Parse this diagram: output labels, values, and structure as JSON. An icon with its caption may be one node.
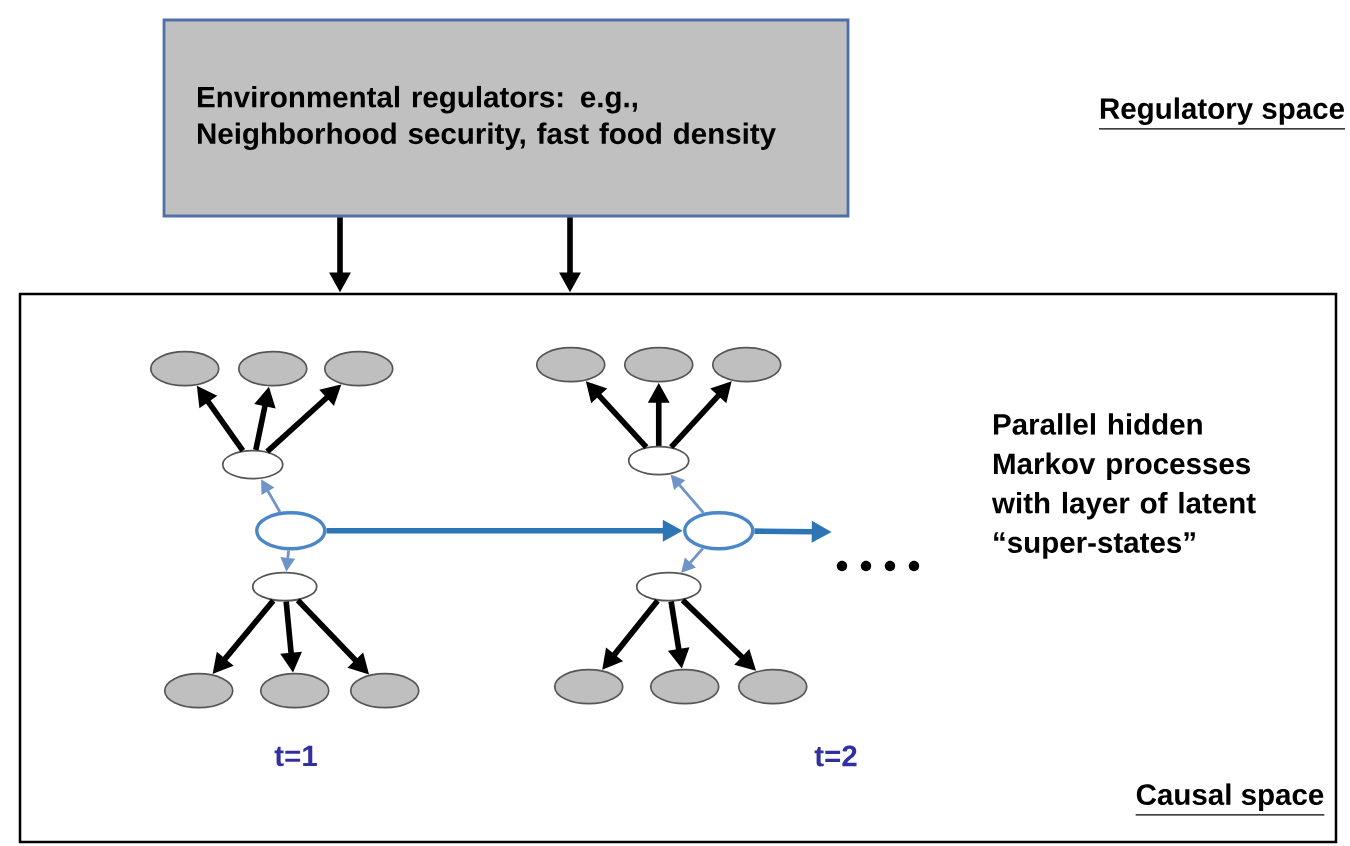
{
  "diagram": {
    "nodes": [
      {
        "text": [
          "Environmental regulators: e.g., Neighborhood security, fast food density"
        ]
      },
      {
        "text": [],
        "shape": "box"
      },
      {
        "text": [],
        "shape": "ellipse",
        "in": 1
      },
      {
        "text": [],
        "shape": "ellipse",
        "in": 1
      },
      {
        "text": [],
        "shape": "ellipse",
        "in": 1
      },
      {
        "text": [],
        "shape": "ellipse",
        "in": 1
      },
      {
        "text": [],
        "shape": "ellipse",
        "in": 1
      },
      {
        "text": [],
        "shape": "ellipse",
        "in": 1
      },
      {
        "text": [],
        "shape": "ellipse",
        "in": 1
      },
      {
        "text": [],
        "shape": "ellipse",
        "in": 1
      },
      {
        "text": [],
        "shape": "ellipse",
        "in": 1
      },
      {
        "text": [],
        "shape": "ellipse",
        "in": 1
      },
      {
        "text": [],
        "shape": "ellipse",
        "in": 1
      },
      {
        "text": [],
        "shape": "ellipse",
        "in": 1
      },
      {
        "text": [],
        "shape": "ellipse",
        "in": 1
      },
      {
        "text": [],
        "shape": "ellipse",
        "in": 1
      },
      {
        "text": [],
        "shape": "ellipse",
        "in": 1
      },
      {
        "text": [],
        "shape": "ellipse",
        "in": 1
      },
      {
        "text": [],
        "shape": "ellipse",
        "in": 1
      },
      {
        "text": [],
        "shape": "ellipse",
        "in": 1
      }
    ],
    "edges": [
      {
        "from": 0,
        "to": 1,
        "arrow": "to"
      },
      {
        "from": 0,
        "to": 1,
        "arrow": "to"
      },
      {
        "from": 5,
        "to": 2,
        "arrow": "to"
      },
      {
        "from": 5,
        "to": 3,
        "arrow": "to"
      },
      {
        "from": 5,
        "to": 4,
        "arrow": "to"
      },
      {
        "from": 6,
        "to": 5,
        "arrow": "to",
        "color": "#6f95c8"
      },
      {
        "from": 6,
        "to": 7,
        "arrow": "to",
        "color": "#6f95c8"
      },
      {
        "from": 7,
        "to": 8,
        "arrow": "to"
      },
      {
        "from": 7,
        "to": 9,
        "arrow": "to"
      },
      {
        "from": 7,
        "to": 10,
        "arrow": "to"
      },
      {
        "from": 6,
        "to": 15,
        "arrow": "to",
        "color": "#2e75b6"
      },
      {
        "from": 14,
        "to": 11,
        "arrow": "to"
      },
      {
        "from": 14,
        "to": 12,
        "arrow": "to"
      },
      {
        "from": 14,
        "to": 13,
        "arrow": "to"
      },
      {
        "from": 15,
        "to": 14,
        "arrow": "to",
        "color": "#6f95c8"
      },
      {
        "from": 15,
        "to": 16,
        "arrow": "to",
        "color": "#6f95c8"
      },
      {
        "from": 16,
        "to": 17,
        "arrow": "to"
      },
      {
        "from": 16,
        "to": 18,
        "arrow": "to"
      },
      {
        "from": 16,
        "to": 19,
        "arrow": "to"
      },
      {
        "from": 15,
        "to": null,
        "arrow": "to",
        "color": "#2e75b6"
      }
    ],
    "labels": [
      "Regulatory space",
      "Parallel hidden Markov processes with layer of latent “super-states”",
      "t=1",
      "t=2",
      "Causal space"
    ]
  }
}
